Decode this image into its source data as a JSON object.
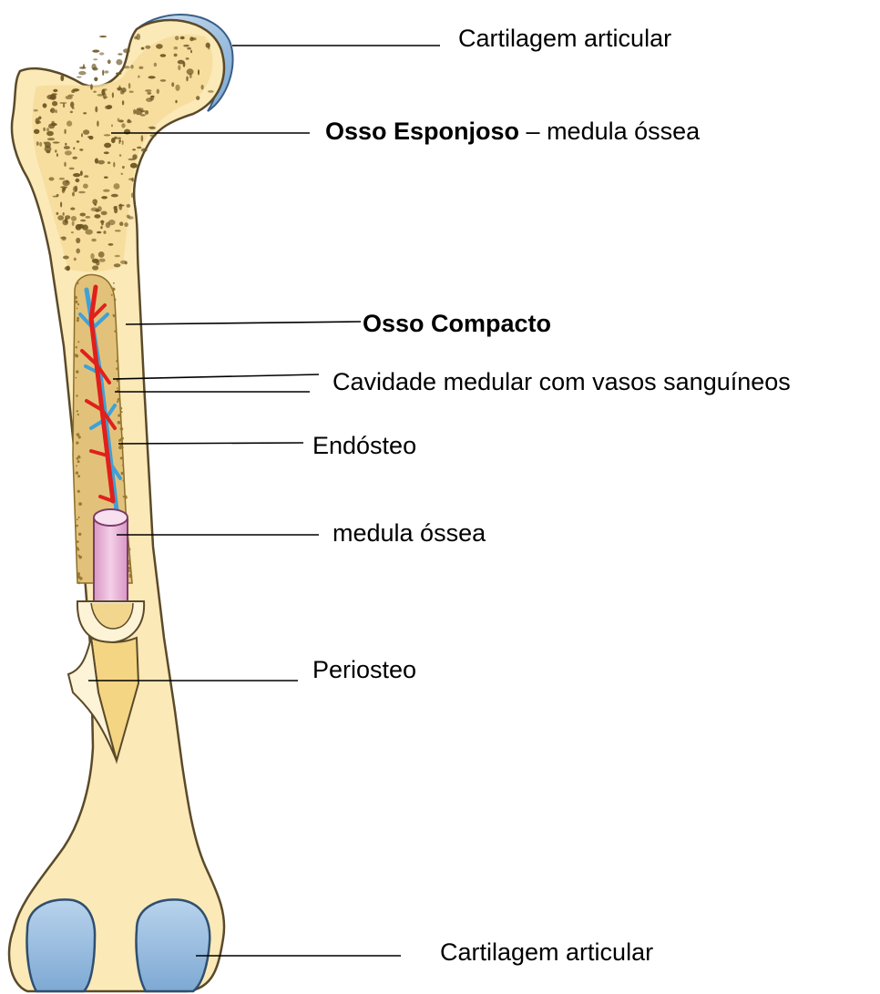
{
  "labels": {
    "cartilage_top": "Cartilagem articular",
    "spongy_bold": "Osso Esponjoso",
    "spongy_rest": " – medula óssea",
    "compact": "Osso Compacto",
    "cavity": "Cavidade medular com vasos sanguíneos",
    "endosteum": "Endósteo",
    "marrow": "medula óssea",
    "periosteum": "Periosteo",
    "cartilage_bottom": "Cartilagem articular"
  },
  "colors": {
    "bone": "#fbe9b7",
    "bone_outline": "#5a4a2a",
    "spongy_pores": "#6b5420",
    "medullary_cavity": "#e2c27a",
    "artery": "#e0201c",
    "vein": "#3fa1d8",
    "marrow": "#e8b4d8",
    "periosteum": "#fdf3d6",
    "cartilage": "#9ec4e4",
    "leader_line": "#000000"
  }
}
